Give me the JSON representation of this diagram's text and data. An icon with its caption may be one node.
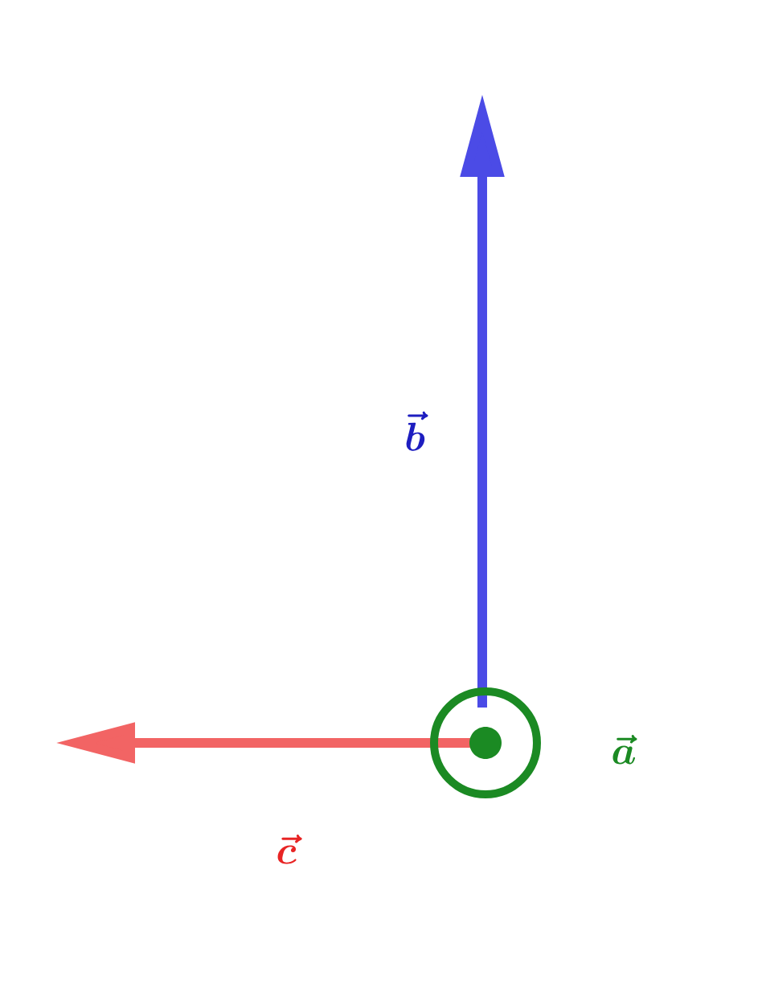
{
  "diagram": {
    "labels": [
      "\\vec{b}",
      "\\vec{a}",
      "\\vec{c}"
    ]
  }
}
